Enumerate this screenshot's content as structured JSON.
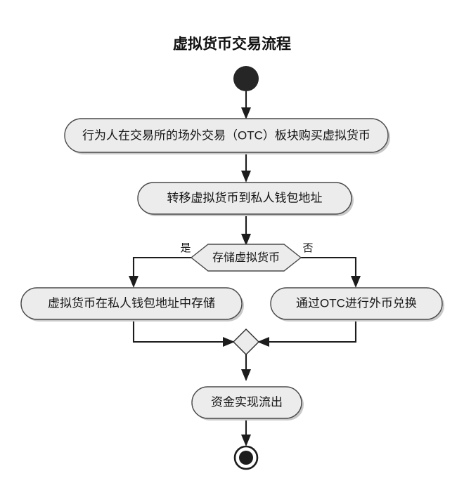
{
  "diagram": {
    "title": "虚拟货币交易流程",
    "type": "flowchart",
    "orientation": "top-to-bottom",
    "colors": {
      "node_fill": "#ececec",
      "node_stroke": "#4a4a4a",
      "edge": "#1c1c1c",
      "terminal": "#1c1c1c",
      "background": "#ffffff"
    },
    "nodes": [
      {
        "id": "start",
        "shape": "filled-circle",
        "label": "",
        "name": "start-node"
      },
      {
        "id": "buy",
        "shape": "rounded-rect",
        "label": "行为人在交易所的场外交易（OTC）板块购买虚拟货币",
        "name": "activity-buy-crypto"
      },
      {
        "id": "transfer",
        "shape": "rounded-rect",
        "label": "转移虚拟货币到私人钱包地址",
        "name": "activity-transfer-to-wallet"
      },
      {
        "id": "decision",
        "shape": "diamond",
        "label": "存储虚拟货币",
        "name": "decision-store-crypto"
      },
      {
        "id": "store",
        "shape": "rounded-rect",
        "label": "虚拟货币在私人钱包地址中存储",
        "name": "activity-store-in-wallet"
      },
      {
        "id": "exchange",
        "shape": "rounded-rect",
        "label": "通过OTC进行外币兑换",
        "name": "activity-otc-fx-exchange"
      },
      {
        "id": "merge",
        "shape": "small-diamond",
        "label": "",
        "name": "merge-node"
      },
      {
        "id": "outflow",
        "shape": "rounded-rect",
        "label": "资金实现流出",
        "name": "activity-funds-outflow"
      },
      {
        "id": "end",
        "shape": "final-node",
        "label": "",
        "name": "end-node"
      }
    ],
    "branch_labels": {
      "yes": "是",
      "no": "否"
    },
    "edges": [
      {
        "from": "start",
        "to": "buy",
        "label": ""
      },
      {
        "from": "buy",
        "to": "transfer",
        "label": ""
      },
      {
        "from": "transfer",
        "to": "decision",
        "label": ""
      },
      {
        "from": "decision",
        "to": "store",
        "label": "是"
      },
      {
        "from": "decision",
        "to": "exchange",
        "label": "否"
      },
      {
        "from": "store",
        "to": "merge",
        "label": ""
      },
      {
        "from": "exchange",
        "to": "merge",
        "label": ""
      },
      {
        "from": "merge",
        "to": "outflow",
        "label": ""
      },
      {
        "from": "outflow",
        "to": "end",
        "label": ""
      }
    ]
  }
}
